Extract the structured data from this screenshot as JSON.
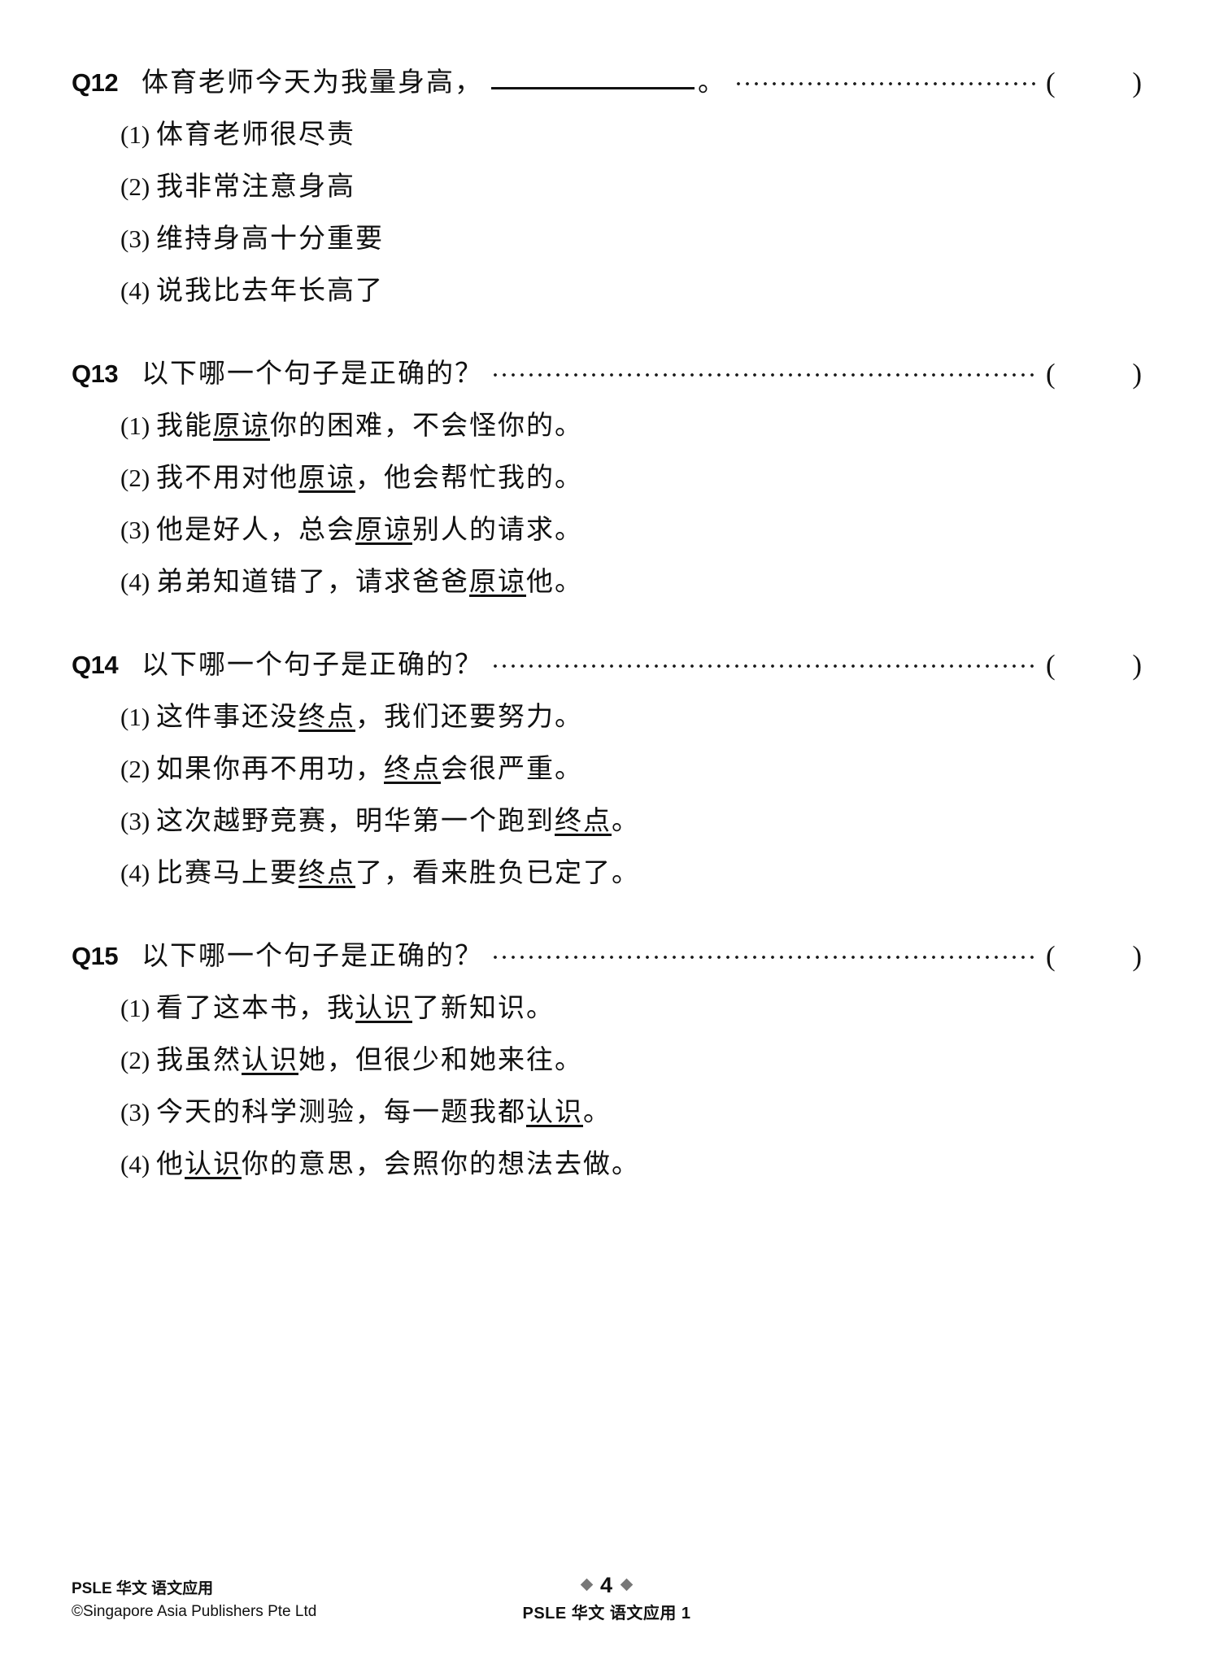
{
  "document": {
    "type": "exam-worksheet",
    "subject": "PSLE 华文 语文应用"
  },
  "questions": [
    {
      "number": "Q12",
      "stem_before_blank": "体育老师今天为我量身高，",
      "has_blank": true,
      "stem_after_blank": "。",
      "open_paren": "(",
      "close_paren": ")",
      "options": [
        {
          "label": "(1)",
          "text": "体育老师很尽责"
        },
        {
          "label": "(2)",
          "text": "我非常注意身高"
        },
        {
          "label": "(3)",
          "text": "维持身高十分重要"
        },
        {
          "label": "(4)",
          "text": "说我比去年长高了"
        }
      ]
    },
    {
      "number": "Q13",
      "stem_before_blank": "以下哪一个句子是正确的？",
      "has_blank": false,
      "stem_after_blank": "",
      "open_paren": "(",
      "close_paren": ")",
      "options": [
        {
          "label": "(1)",
          "pre": "我能",
          "underlined": "原谅",
          "post": "你的困难，不会怪你的。"
        },
        {
          "label": "(2)",
          "pre": "我不用对他",
          "underlined": "原谅",
          "post": "，他会帮忙我的。"
        },
        {
          "label": "(3)",
          "pre": "他是好人，总会",
          "underlined": "原谅",
          "post": "别人的请求。"
        },
        {
          "label": "(4)",
          "pre": "弟弟知道错了，请求爸爸",
          "underlined": "原谅",
          "post": "他。"
        }
      ]
    },
    {
      "number": "Q14",
      "stem_before_blank": "以下哪一个句子是正确的？",
      "has_blank": false,
      "stem_after_blank": "",
      "open_paren": "(",
      "close_paren": ")",
      "options": [
        {
          "label": "(1)",
          "pre": "这件事还没",
          "underlined": "终点",
          "post": "，我们还要努力。"
        },
        {
          "label": "(2)",
          "pre": "如果你再不用功，",
          "underlined": "终点",
          "post": "会很严重。"
        },
        {
          "label": "(3)",
          "pre": "这次越野竞赛，明华第一个跑到",
          "underlined": "终点",
          "post": "。"
        },
        {
          "label": "(4)",
          "pre": "比赛马上要",
          "underlined": "终点",
          "post": "了，看来胜负已定了。"
        }
      ]
    },
    {
      "number": "Q15",
      "stem_before_blank": "以下哪一个句子是正确的？",
      "has_blank": false,
      "stem_after_blank": "",
      "open_paren": "(",
      "close_paren": ")",
      "options": [
        {
          "label": "(1)",
          "pre": "看了这本书，我",
          "underlined": "认识",
          "post": "了新知识。"
        },
        {
          "label": "(2)",
          "pre": "我虽然",
          "underlined": "认识",
          "post": "她，但很少和她来往。"
        },
        {
          "label": "(3)",
          "pre": "今天的科学测验，每一题我都",
          "underlined": "认识",
          "post": "。"
        },
        {
          "label": "(4)",
          "pre": "他",
          "underlined": "认识",
          "post": "你的意思，会照你的想法去做。"
        }
      ]
    }
  ],
  "footer": {
    "title": "PSLE 华文 语文应用",
    "copyright": "©Singapore Asia Publishers Pte Ltd",
    "page_number": "4",
    "center_label": "PSLE 华文 语文应用 1"
  }
}
